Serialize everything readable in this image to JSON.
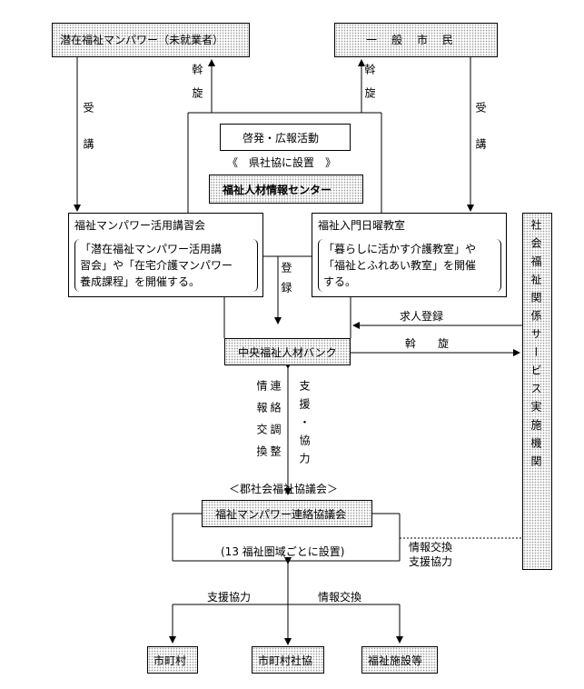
{
  "top_left_box": "潜在福祉マンパワー（未就業者）",
  "top_right_box": "一　般　市　民",
  "mediation_left": "斡旋",
  "mediation_right": "斡旋",
  "attend_left": "受講",
  "attend_right": "受講",
  "center": {
    "activity": "啓発・広報活動",
    "placement_note": "《　県社協に設置　》",
    "info_center": "福祉人材情報センター"
  },
  "left_course": {
    "title": "福祉マンパワー活用講習会",
    "body_line1": "「潜在福祉マンパワー活用講",
    "body_line2": "習会」や「在宅介護マンパワー",
    "body_line3": "養成課程」を開催する。"
  },
  "right_course": {
    "title": "福祉入門日曜教室",
    "body_line1": "「暮らしに活かす介護教室」や",
    "body_line2": "「福祉とふれあい教室」を開催",
    "body_line3": "する。"
  },
  "register": "登録",
  "bank": "中央福祉人材バンク",
  "job_register": "求人登録",
  "mediation_bottom": "斡　　旋",
  "side_box": "社会福祉関係サービス実施機関",
  "info_exchange_v": "情報交換",
  "liaison_v": "連絡調整",
  "support_v": "支援・協力",
  "council": "＜郡社会福祉協議会＞",
  "liaison_council": "福祉マンパワー連絡協議会",
  "liaison_note": "(13 福祉圏域ごとに設置)",
  "right_side_label1": "情報交換",
  "right_side_label2": "支援協力",
  "support_label": "支援協力",
  "info_label": "情報交換",
  "bottom_boxes": [
    "市町村",
    "市町村社協",
    "福祉施設等"
  ]
}
